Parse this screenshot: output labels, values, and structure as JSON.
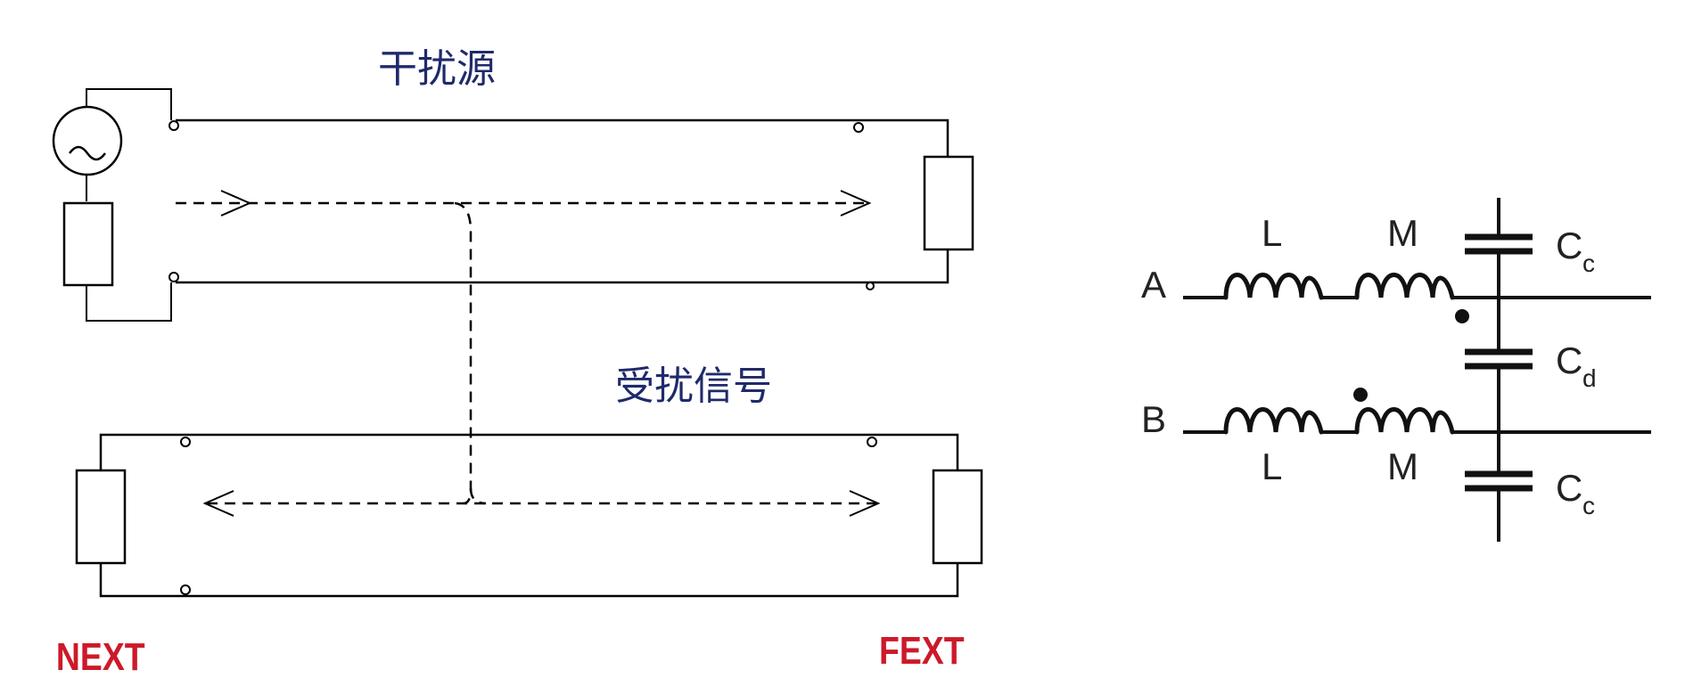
{
  "left_diagram": {
    "source_label": "干扰源",
    "victim_label": "受扰信号",
    "next_label": "NEXT",
    "fext_label": "FEXT"
  },
  "right_diagram": {
    "line_a": "A",
    "line_b": "B",
    "inductor_top": "L",
    "mutual_top": "M",
    "inductor_bottom": "L",
    "mutual_bottom": "M",
    "cap_coupling_top": "C",
    "cap_coupling_top_sub": "c",
    "cap_differential": "C",
    "cap_differential_sub": "d",
    "cap_coupling_bottom": "C",
    "cap_coupling_bottom_sub": "c"
  },
  "colors": {
    "blue_label": "#1f2a6b",
    "red_label": "#cc1a2a",
    "line": "#000000"
  }
}
